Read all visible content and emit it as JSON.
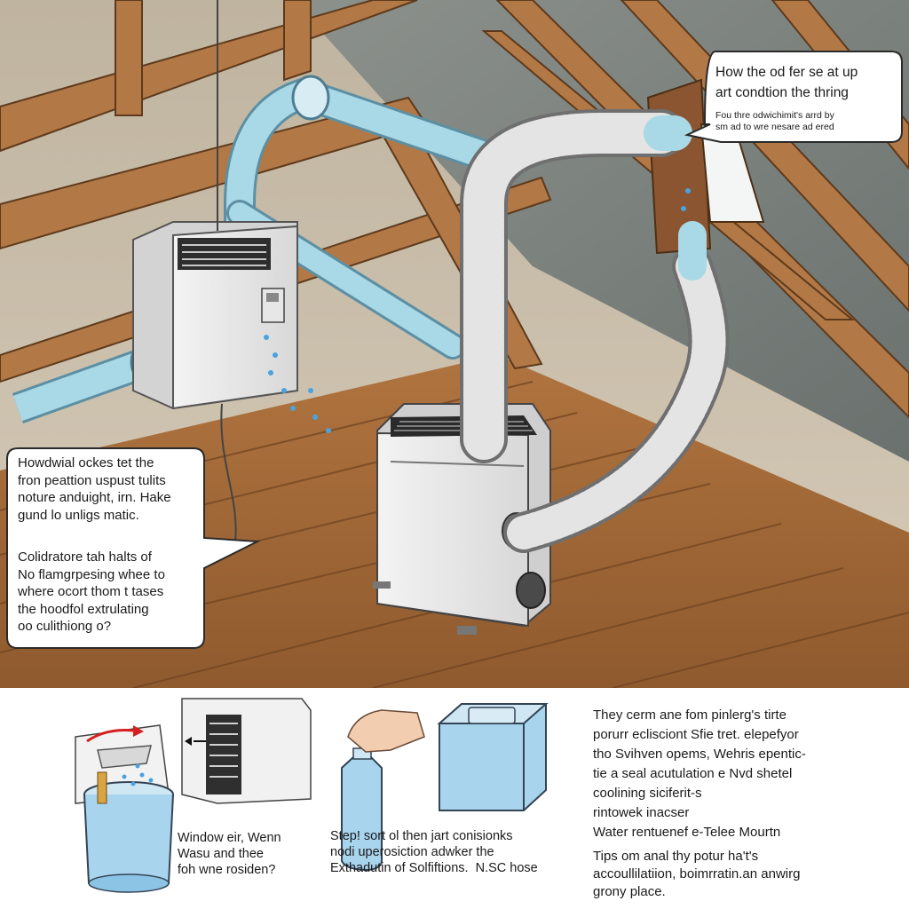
{
  "callouts": {
    "top_right": {
      "lines": [
        "How the od fer se at up",
        "art condtion the thring"
      ],
      "small_lines": [
        "Fou thre odwichimit's arrd by",
        "sm ad to wre nesare ad ered"
      ]
    },
    "left": {
      "paragraph_1": [
        "Howdwial ockes tet the",
        "fron peattion uspust tulits",
        "noture anduight, irn. Hake",
        "gund lo unligs matic."
      ],
      "paragraph_2": [
        "Colidratore tah halts of",
        "No flamgrpesing whee to",
        "where ocort thom t tases",
        "the hoodfol extrulating",
        "oo culithiong o?"
      ]
    }
  },
  "steps": {
    "window_caption": [
      "Window eir, Wenn",
      "Wasu and thee",
      "foh wne rosiden?"
    ],
    "bottle_caption": [
      "Step! sort ol then jart conisionks",
      "nodi uperosiction adwker the",
      "Exthadutin of Solfiftions.  N.SC hose"
    ]
  },
  "tips": {
    "main_lines": [
      "They cerm ane fom pinlerg's tirte",
      "porurr eclisciont Sfie tret. elepefyor",
      "tho Svihven opems,  Wehris epentic-",
      "tie a seal acutulation e Nvd shetel",
      "coolining siciferit-s",
      "rintowek inacser",
      "Water rentuenef e-Telee Mourtn"
    ],
    "second_lines": [
      "Tips om anal thy potur ha't's",
      "accoullilatiion, boimrratin.an anwirg",
      "grony place."
    ]
  },
  "icons": [
    "arrow-left-icon",
    "arrow-curved-right-icon",
    "water-drops-icon",
    "vent-grille-icon"
  ],
  "colors": {
    "hose_blue": "#a9d8e6",
    "wood": "#a86a3c",
    "wall_grey": "#7d8582",
    "unit_white": "#eeeeee",
    "water": "#6fb8e8"
  }
}
